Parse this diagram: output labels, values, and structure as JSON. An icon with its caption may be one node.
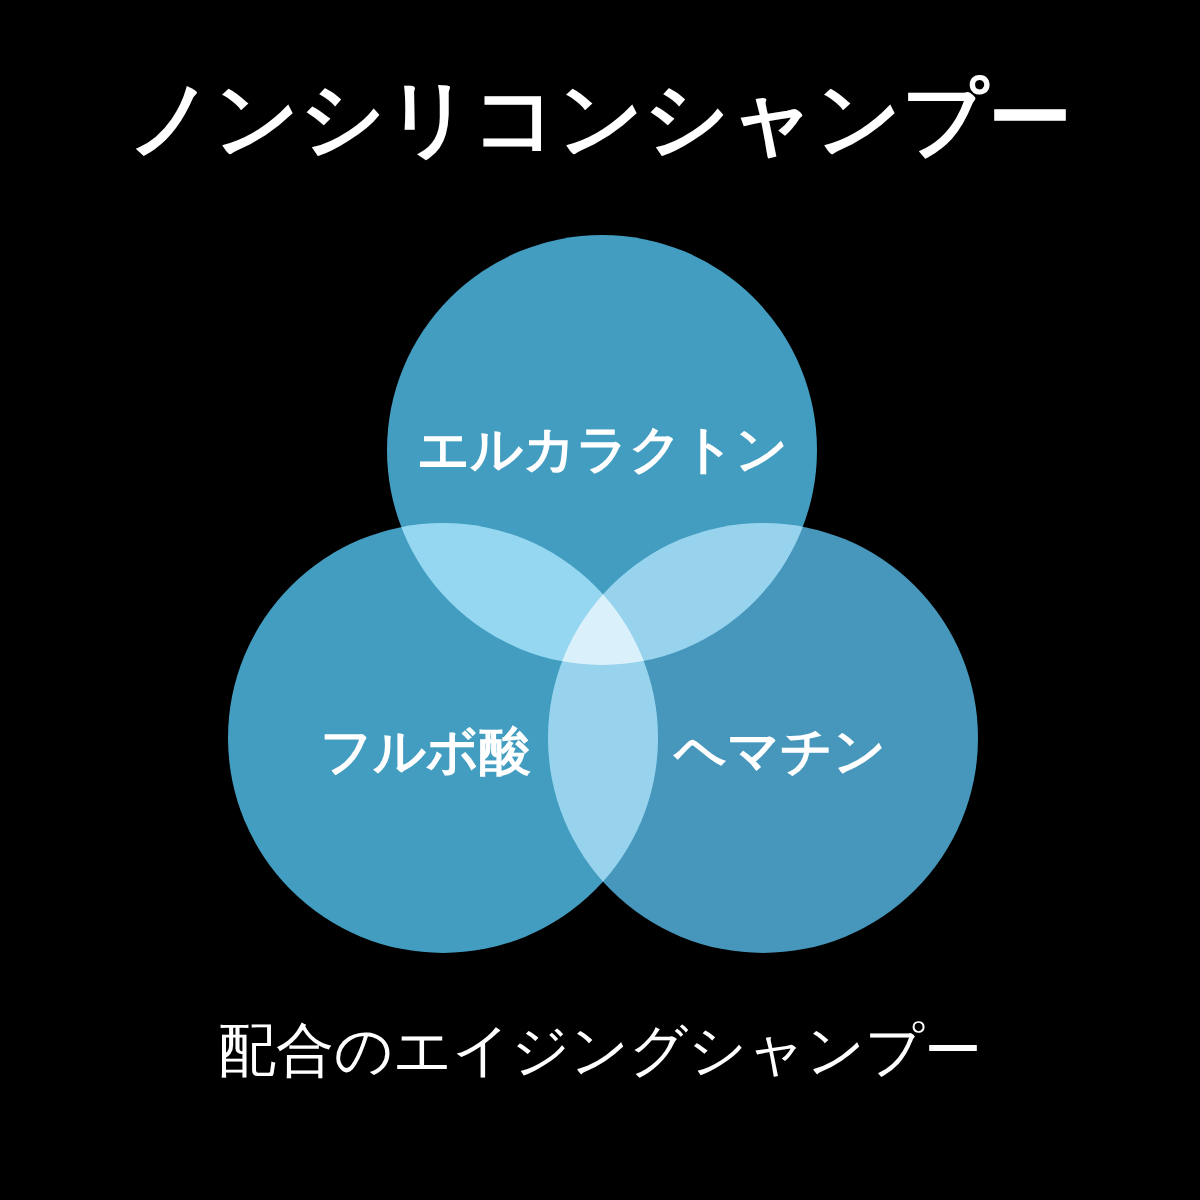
{
  "diagram": {
    "title": "ノンシリコンシャンプー",
    "nodes": [
      {
        "text": [
          "エルカラクトン"
        ]
      },
      {
        "text": [
          "フルボ酸"
        ]
      },
      {
        "text": [
          "ヘマチン"
        ]
      }
    ],
    "caption": "配合のエイジングシャンプー"
  }
}
